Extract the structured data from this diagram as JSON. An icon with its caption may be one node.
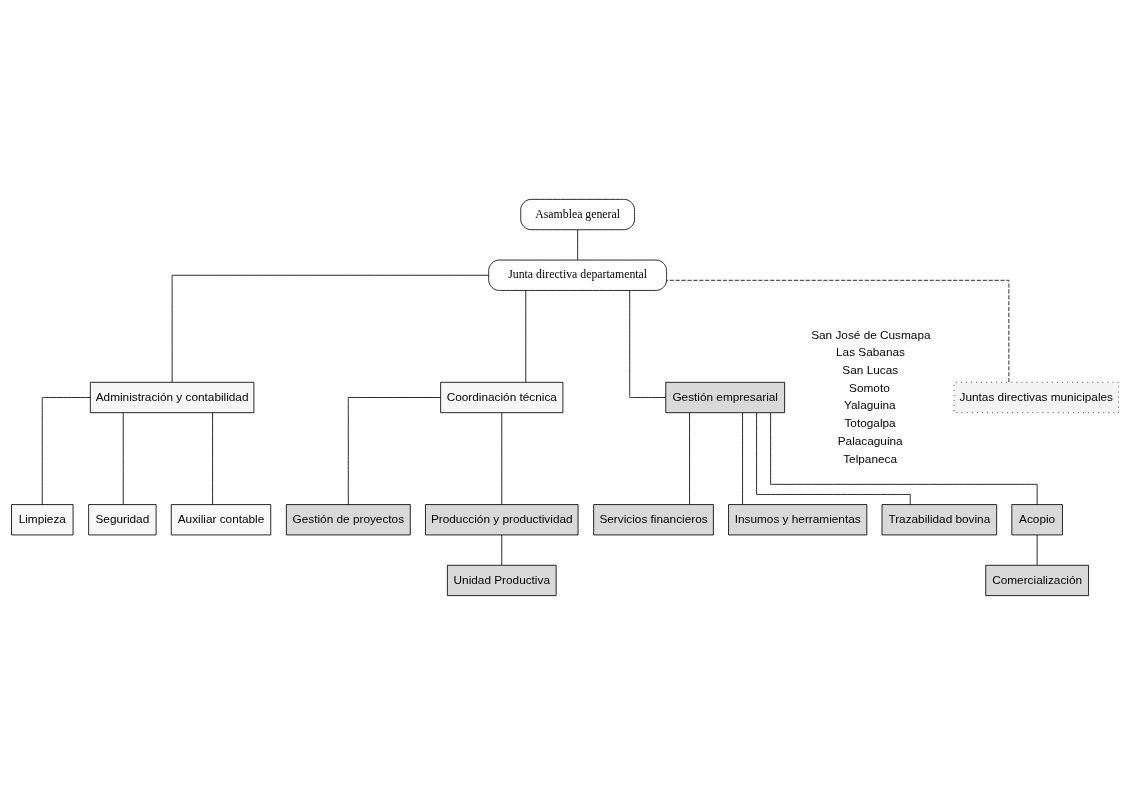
{
  "diagram": {
    "nodes": [
      {
        "text": [
          "Asamblea general"
        ]
      },
      {
        "text": [
          "Junta directiva departamental"
        ]
      },
      {
        "text": [
          "Juntas directivas municipales"
        ]
      },
      {
        "text": [
          "Administración y contabilidad"
        ]
      },
      {
        "text": [
          "Coordinación técnica"
        ]
      },
      {
        "text": [
          "Gestión empresarial"
        ]
      },
      {
        "text": [
          "Limpieza"
        ]
      },
      {
        "text": [
          "Seguridad"
        ]
      },
      {
        "text": [
          "Auxiliar contable"
        ]
      },
      {
        "text": [
          "Gestión de proyectos"
        ]
      },
      {
        "text": [
          "Producción y productividad"
        ]
      },
      {
        "text": [
          "Unidad Productiva"
        ]
      },
      {
        "text": [
          "Servicios financieros"
        ]
      },
      {
        "text": [
          "Insumos y herramientas"
        ]
      },
      {
        "text": [
          "Trazabilidad bovina"
        ]
      },
      {
        "text": [
          "Acopio"
        ]
      },
      {
        "text": [
          "Comercialización"
        ]
      }
    ],
    "edges": [
      {
        "from": 0,
        "to": 1,
        "arrow": "none"
      },
      {
        "from": 2,
        "to": 1,
        "arrow": "none",
        "style": "dashed"
      },
      {
        "from": 1,
        "to": 3,
        "arrow": "none"
      },
      {
        "from": 1,
        "to": 4,
        "arrow": "none"
      },
      {
        "from": 1,
        "to": 5,
        "arrow": "none"
      },
      {
        "from": 3,
        "to": 6,
        "arrow": "none"
      },
      {
        "from": 3,
        "to": 7,
        "arrow": "none"
      },
      {
        "from": 3,
        "to": 8,
        "arrow": "none"
      },
      {
        "from": 4,
        "to": 9,
        "arrow": "none"
      },
      {
        "from": 4,
        "to": 10,
        "arrow": "none"
      },
      {
        "from": 10,
        "to": 11,
        "arrow": "none"
      },
      {
        "from": 5,
        "to": 12,
        "arrow": "none"
      },
      {
        "from": 5,
        "to": 13,
        "arrow": "none"
      },
      {
        "from": 5,
        "to": 14,
        "arrow": "none"
      },
      {
        "from": 5,
        "to": 15,
        "arrow": "none"
      },
      {
        "from": 15,
        "to": 16,
        "arrow": "none"
      }
    ],
    "labels": [
      "San José de Cusmapa",
      "Las Sabanas",
      "San Lucas",
      "Somoto",
      "Yalaguina",
      "Totogalpa",
      "Palacaguina",
      "Telpaneca"
    ]
  }
}
